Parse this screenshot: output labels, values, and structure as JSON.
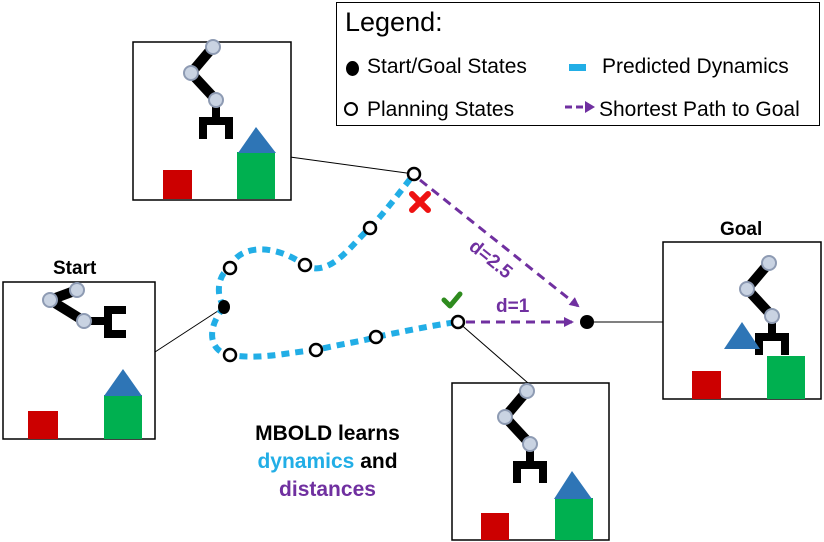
{
  "legend": {
    "title": "Legend:",
    "start_goal": "Start/Goal States",
    "predicted_dynamics": "Predicted Dynamics",
    "planning_states": "Planning  States",
    "shortest_path": "Shortest Path to Goal"
  },
  "labels": {
    "start": "Start",
    "goal": "Goal",
    "d_upper": "d=2.5",
    "d_lower": "d=1"
  },
  "caption": {
    "line1": "MBOLD learns",
    "dynamics": "dynamics",
    "and": "and",
    "distances": "distances"
  },
  "colors": {
    "dynamics_blue": "#22AEE6",
    "distance_purple": "#7030A0",
    "red_block": "#CC0000",
    "green_block": "#00B050",
    "blue_triangle": "#2E75B6",
    "fail_red": "#EE1111",
    "check_green": "#2E8B1E"
  },
  "icons": {
    "fail": "red-x-icon",
    "success": "green-check-icon"
  }
}
